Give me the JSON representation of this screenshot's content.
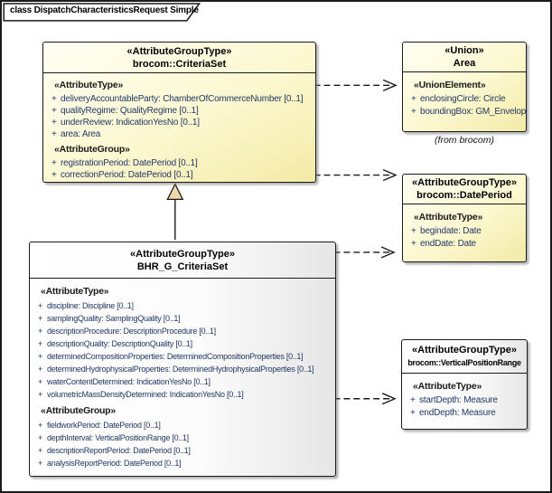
{
  "frame": {
    "title": "class DispatchCharacteristicsRequest Simple"
  },
  "colors": {
    "box_yellow": "#FCF8D0",
    "box_gray_gradient_end": "#E6E6E6",
    "attribute_text": "#203864",
    "border": "#1a1a1a",
    "generalization_triangle_fill": "#EFD9AC"
  },
  "classes": {
    "criteriaSet": {
      "stereotype": "«AttributeGroupType»",
      "name": "brocom::CriteriaSet",
      "body": [
        {
          "style": "label",
          "prefix": "",
          "text": "«AttributeType»"
        },
        {
          "style": "attr",
          "prefix": "+",
          "text": "deliveryAccountableParty: ChamberOfCommerceNumber [0..1]"
        },
        {
          "style": "attr",
          "prefix": "+",
          "text": "qualityRegime: QualityRegime [0..1]"
        },
        {
          "style": "attr",
          "prefix": "+",
          "text": "underReview: IndicationYesNo [0..1]"
        },
        {
          "style": "attr",
          "prefix": "+",
          "text": "area: Area"
        },
        {
          "style": "label",
          "prefix": "",
          "text": "«AttributeGroup»"
        },
        {
          "style": "attr",
          "prefix": "+",
          "text": "registrationPeriod: DatePeriod [0..1]"
        },
        {
          "style": "attr",
          "prefix": "+",
          "text": "correctionPeriod: DatePeriod [0..1]"
        }
      ]
    },
    "area": {
      "stereotype": "«Union»",
      "name": "Area",
      "note": "(from brocom)",
      "body": [
        {
          "style": "label",
          "prefix": "",
          "text": "«UnionElement»"
        },
        {
          "style": "attr",
          "prefix": "+",
          "text": "enclosingCircle: Circle"
        },
        {
          "style": "attr",
          "prefix": "+",
          "text": "boundingBox: GM_Envelope"
        }
      ]
    },
    "datePeriod": {
      "stereotype": "«AttributeGroupType»",
      "name": "brocom::DatePeriod",
      "body": [
        {
          "style": "label",
          "prefix": "",
          "text": "«AttributeType»"
        },
        {
          "style": "attr",
          "prefix": "+",
          "text": "begindate: Date"
        },
        {
          "style": "attr",
          "prefix": "+",
          "text": "endDate: Date"
        }
      ]
    },
    "bhrCriteriaSet": {
      "stereotype": "«AttributeGroupType»",
      "name": "BHR_G_CriteriaSet",
      "body": [
        {
          "style": "label",
          "prefix": "",
          "text": "«AttributeType»"
        },
        {
          "style": "attr",
          "prefix": "+",
          "text": "discipline: Discipline [0..1]"
        },
        {
          "style": "attr",
          "prefix": "+",
          "text": "samplingQuality: SamplingQuality [0..1]"
        },
        {
          "style": "attr",
          "prefix": "+",
          "text": "descriptionProcedure: DescriptionProcedure [0..1]"
        },
        {
          "style": "attr",
          "prefix": "+",
          "text": "descriptionQuality: DescriptionQuality [0..1]"
        },
        {
          "style": "attr",
          "prefix": "+",
          "text": "determinedCompositionProperties: DeterminedCompositionProperties [0..1]"
        },
        {
          "style": "attr",
          "prefix": "+",
          "text": "determinedHydrophysicalProperties: DeterminedHydrophysicalProperties [0..1]"
        },
        {
          "style": "attr",
          "prefix": "+",
          "text": "waterContentDetermined: IndicationYesNo [0..1]"
        },
        {
          "style": "attr",
          "prefix": "+",
          "text": "volumetricMassDensityDetermined: IndicationYesNo [0..1]"
        },
        {
          "style": "label",
          "prefix": "",
          "text": "«AttributeGroup»"
        },
        {
          "style": "attr",
          "prefix": "+",
          "text": "fieldworkPeriod: DatePeriod [0..1]"
        },
        {
          "style": "attr",
          "prefix": "+",
          "text": "depthInterval: VerticalPositionRange [0..1]"
        },
        {
          "style": "attr",
          "prefix": "+",
          "text": "descriptionReportPeriod: DatePeriod [0..1]"
        },
        {
          "style": "attr",
          "prefix": "+",
          "text": "analysisReportPeriod: DatePeriod [0..1]"
        }
      ]
    },
    "verticalPositionRange": {
      "stereotype": "«AttributeGroupType»",
      "name": "brocom::VerticalPositionRange",
      "body": [
        {
          "style": "label",
          "prefix": "",
          "text": "«AttributeType»"
        },
        {
          "style": "attr",
          "prefix": "+",
          "text": "startDepth: Measure"
        },
        {
          "style": "attr",
          "prefix": "+",
          "text": "endDepth: Measure"
        }
      ]
    }
  }
}
